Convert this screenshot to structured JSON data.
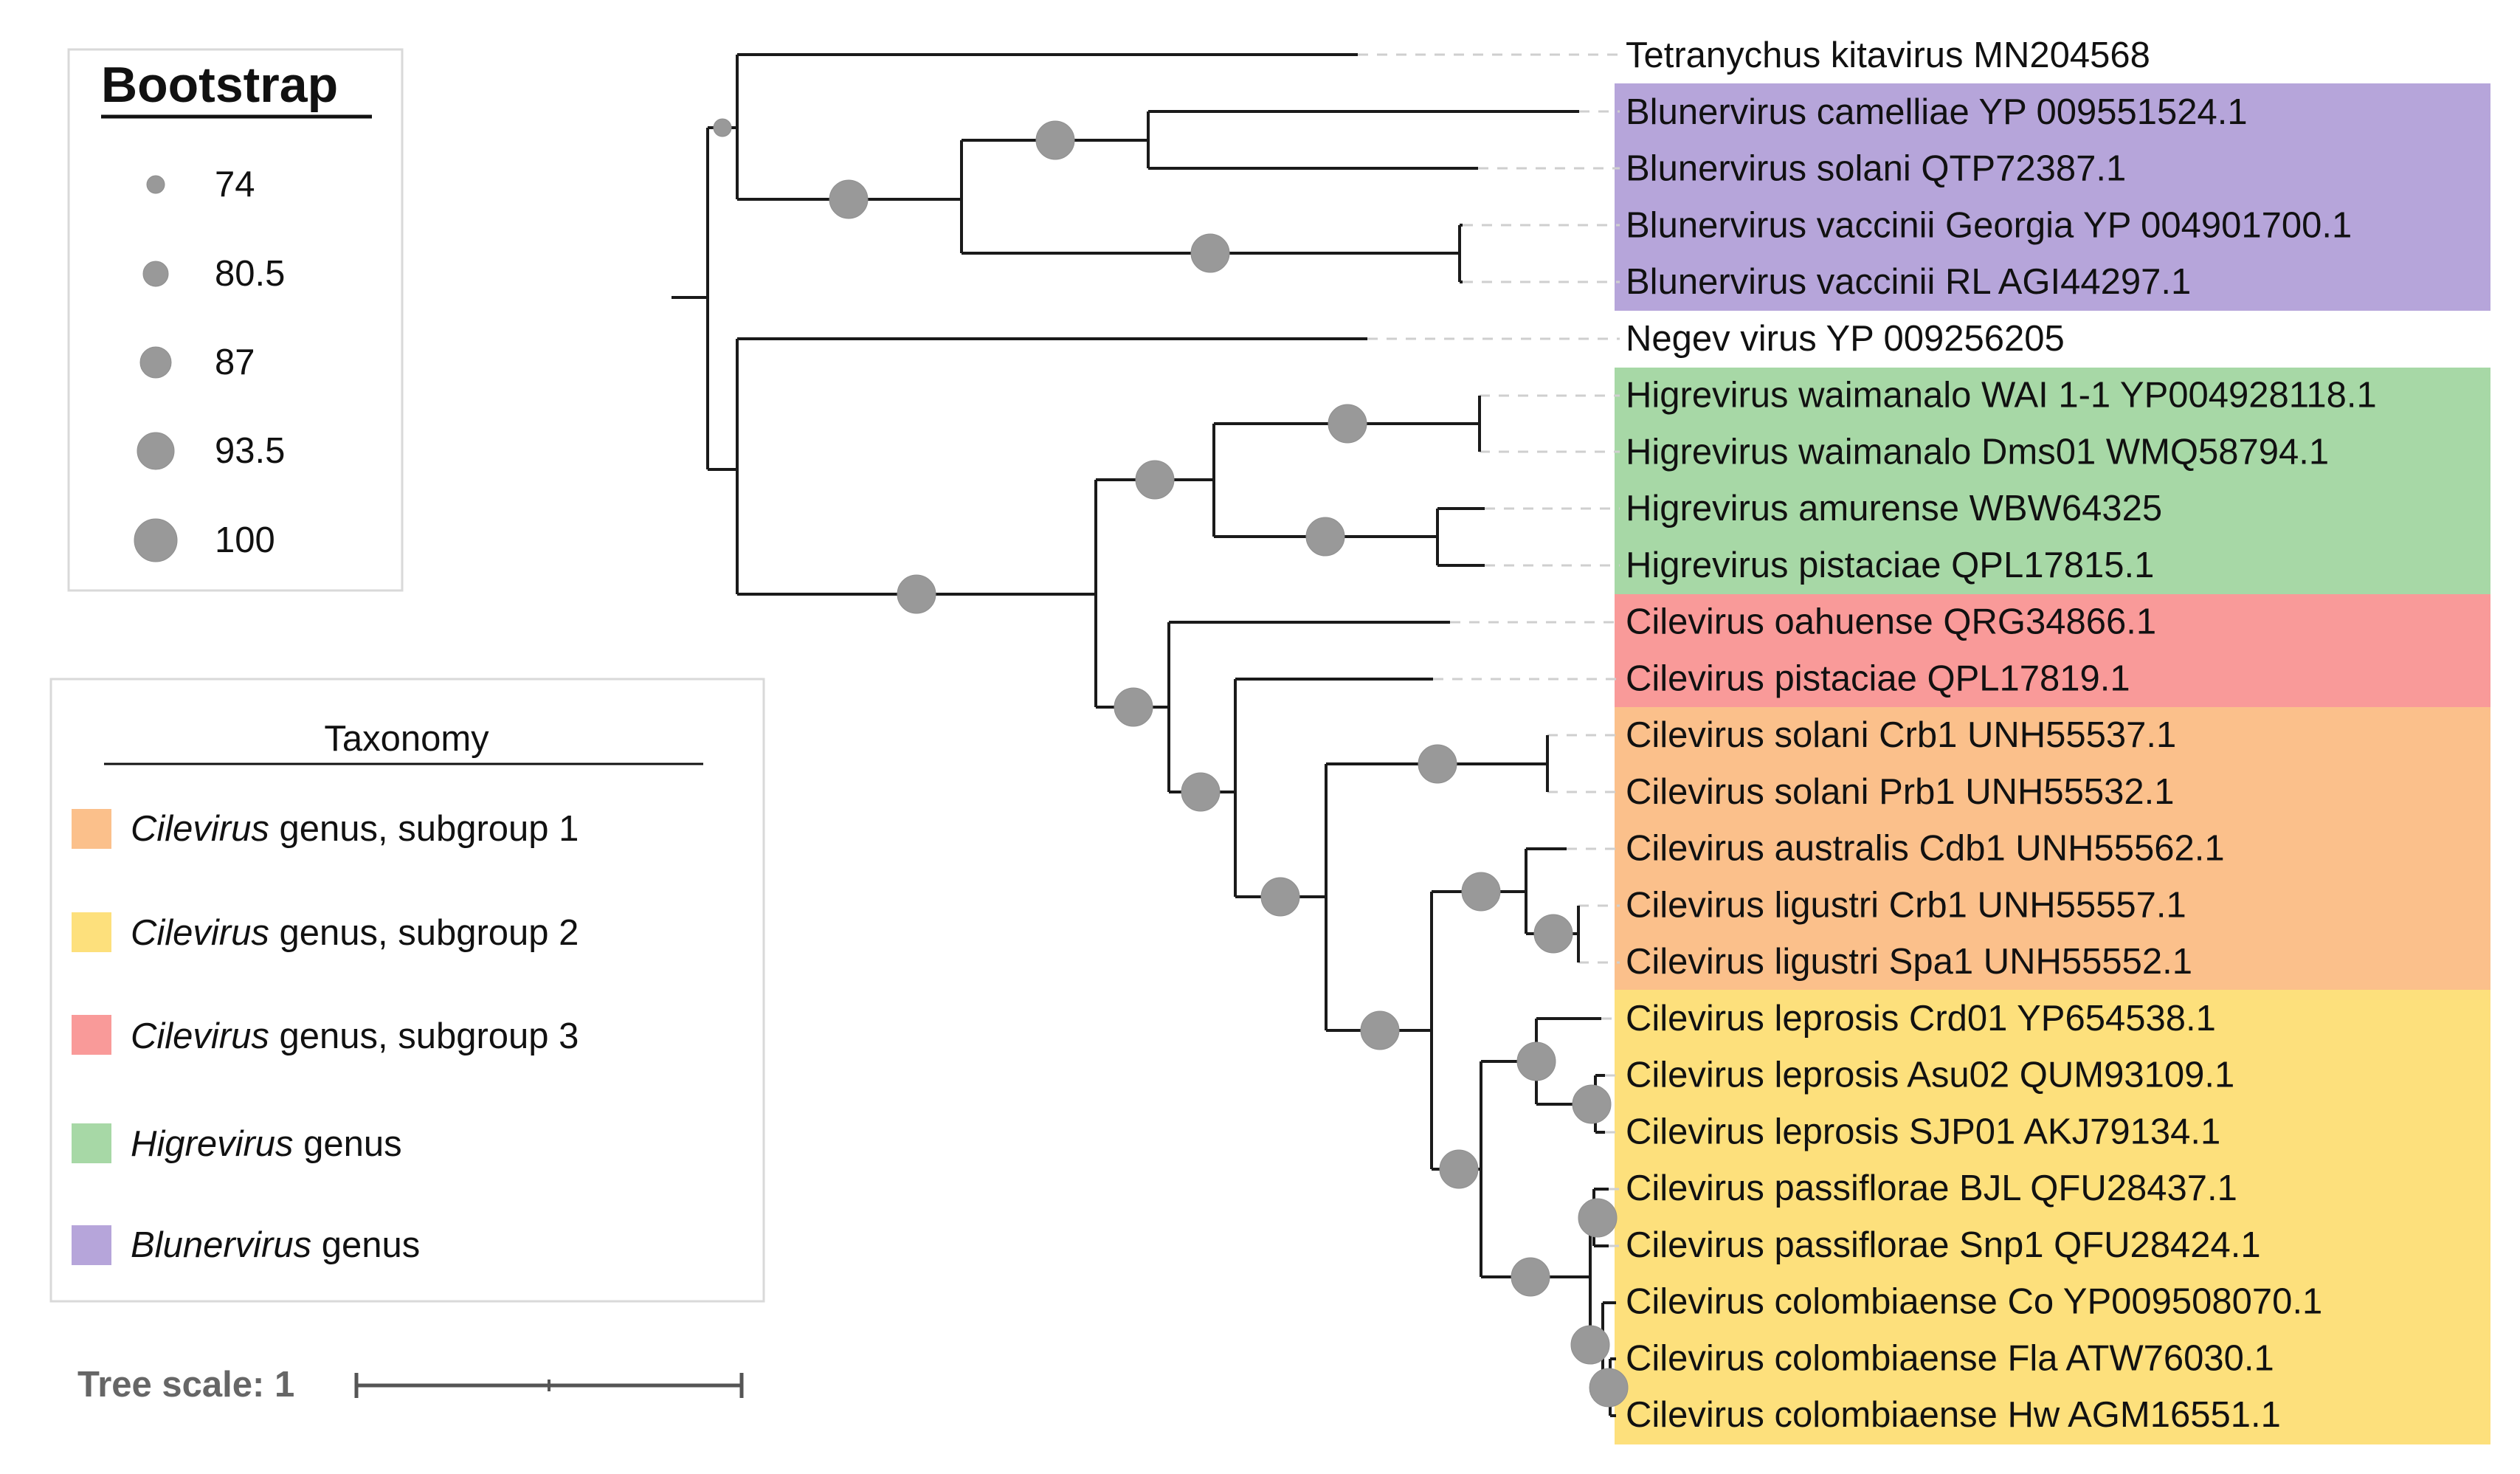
{
  "bootstrap_legend": {
    "title": "Bootstrap",
    "items": [
      {
        "label": "74"
      },
      {
        "label": "80.5"
      },
      {
        "label": "87"
      },
      {
        "label": "93.5"
      },
      {
        "label": "100"
      }
    ]
  },
  "taxonomy_legend": {
    "title": "Taxonomy",
    "items": [
      {
        "italic": "Cilevirus",
        "rest": " genus, subgroup 1",
        "color": "#fbc08b"
      },
      {
        "italic": "Cilevirus",
        "rest": " genus, subgroup 2",
        "color": "#fde07c"
      },
      {
        "italic": "Cilevirus",
        "rest": " genus, subgroup 3",
        "color": "#f99a99"
      },
      {
        "italic": "Higrevirus",
        "rest": " genus",
        "color": "#a7d8a6"
      },
      {
        "italic": "Blunervirus",
        "rest": " genus",
        "color": "#b6a5da"
      }
    ]
  },
  "tree_scale": {
    "label": "Tree scale: 1"
  },
  "taxa": [
    {
      "name": "Tetranychus kitavirus MN204568",
      "color": "#111111"
    },
    {
      "name": "Blunervirus camelliae YP 009551524.1",
      "color": "#111111"
    },
    {
      "name": "Blunervirus solani QTP72387.1",
      "color": "#111111"
    },
    {
      "name": "Blunervirus vaccinii Georgia YP 004901700.1",
      "color": "#111111"
    },
    {
      "name": "Blunervirus vaccinii RL AGI44297.1",
      "color": "#111111"
    },
    {
      "name": "Negev virus YP 009256205",
      "color": "#111111"
    },
    {
      "name": "Higrevirus waimanalo WAI 1-1 YP004928118.1",
      "color": "#111111"
    },
    {
      "name": "Higrevirus waimanalo Dms01 WMQ58794.1",
      "color": "#ff0000"
    },
    {
      "name": "Higrevirus amurense WBW64325",
      "color": "#111111"
    },
    {
      "name": "Higrevirus pistaciae QPL17815.1",
      "color": "#111111"
    },
    {
      "name": "Cilevirus oahuense QRG34866.1",
      "color": "#111111"
    },
    {
      "name": "Cilevirus pistaciae QPL17819.1",
      "color": "#111111"
    },
    {
      "name": "Cilevirus solani Crb1 UNH55537.1",
      "color": "#111111"
    },
    {
      "name": "Cilevirus solani Prb1 UNH55532.1",
      "color": "#111111"
    },
    {
      "name": "Cilevirus australis Cdb1 UNH55562.1",
      "color": "#111111"
    },
    {
      "name": "Cilevirus ligustri Crb1 UNH55557.1",
      "color": "#111111"
    },
    {
      "name": "Cilevirus ligustri Spa1 UNH55552.1",
      "color": "#111111"
    },
    {
      "name": "Cilevirus leprosis Crd01 YP654538.1",
      "color": "#111111"
    },
    {
      "name": "Cilevirus leprosis Asu02 QUM93109.1",
      "color": "#111111"
    },
    {
      "name": "Cilevirus leprosis SJP01 AKJ79134.1",
      "color": "#111111"
    },
    {
      "name": "Cilevirus passiflorae BJL QFU28437.1",
      "color": "#111111"
    },
    {
      "name": "Cilevirus passiflorae Snp1 QFU28424.1",
      "color": "#111111"
    },
    {
      "name": "Cilevirus colombiaense Co YP009508070.1",
      "color": "#111111"
    },
    {
      "name": "Cilevirus colombiaense Fla ATW76030.1",
      "color": "#111111"
    },
    {
      "name": "Cilevirus colombiaense Hw AGM16551.1",
      "color": "#111111"
    }
  ],
  "clade_highlights": [
    {
      "clade": "Blunervirus",
      "first_taxon": 1,
      "last_taxon": 4,
      "color": "#b6a5da"
    },
    {
      "clade": "Higrevirus",
      "first_taxon": 6,
      "last_taxon": 9,
      "color": "#a7d8a6"
    },
    {
      "clade": "Cilevirus subgroup 3",
      "first_taxon": 10,
      "last_taxon": 11,
      "color": "#f99a99"
    },
    {
      "clade": "Cilevirus subgroup 1",
      "first_taxon": 12,
      "last_taxon": 16,
      "color": "#fbc08b"
    },
    {
      "clade": "Cilevirus subgroup 2",
      "first_taxon": 17,
      "last_taxon": 24,
      "color": "#fde07c"
    }
  ]
}
